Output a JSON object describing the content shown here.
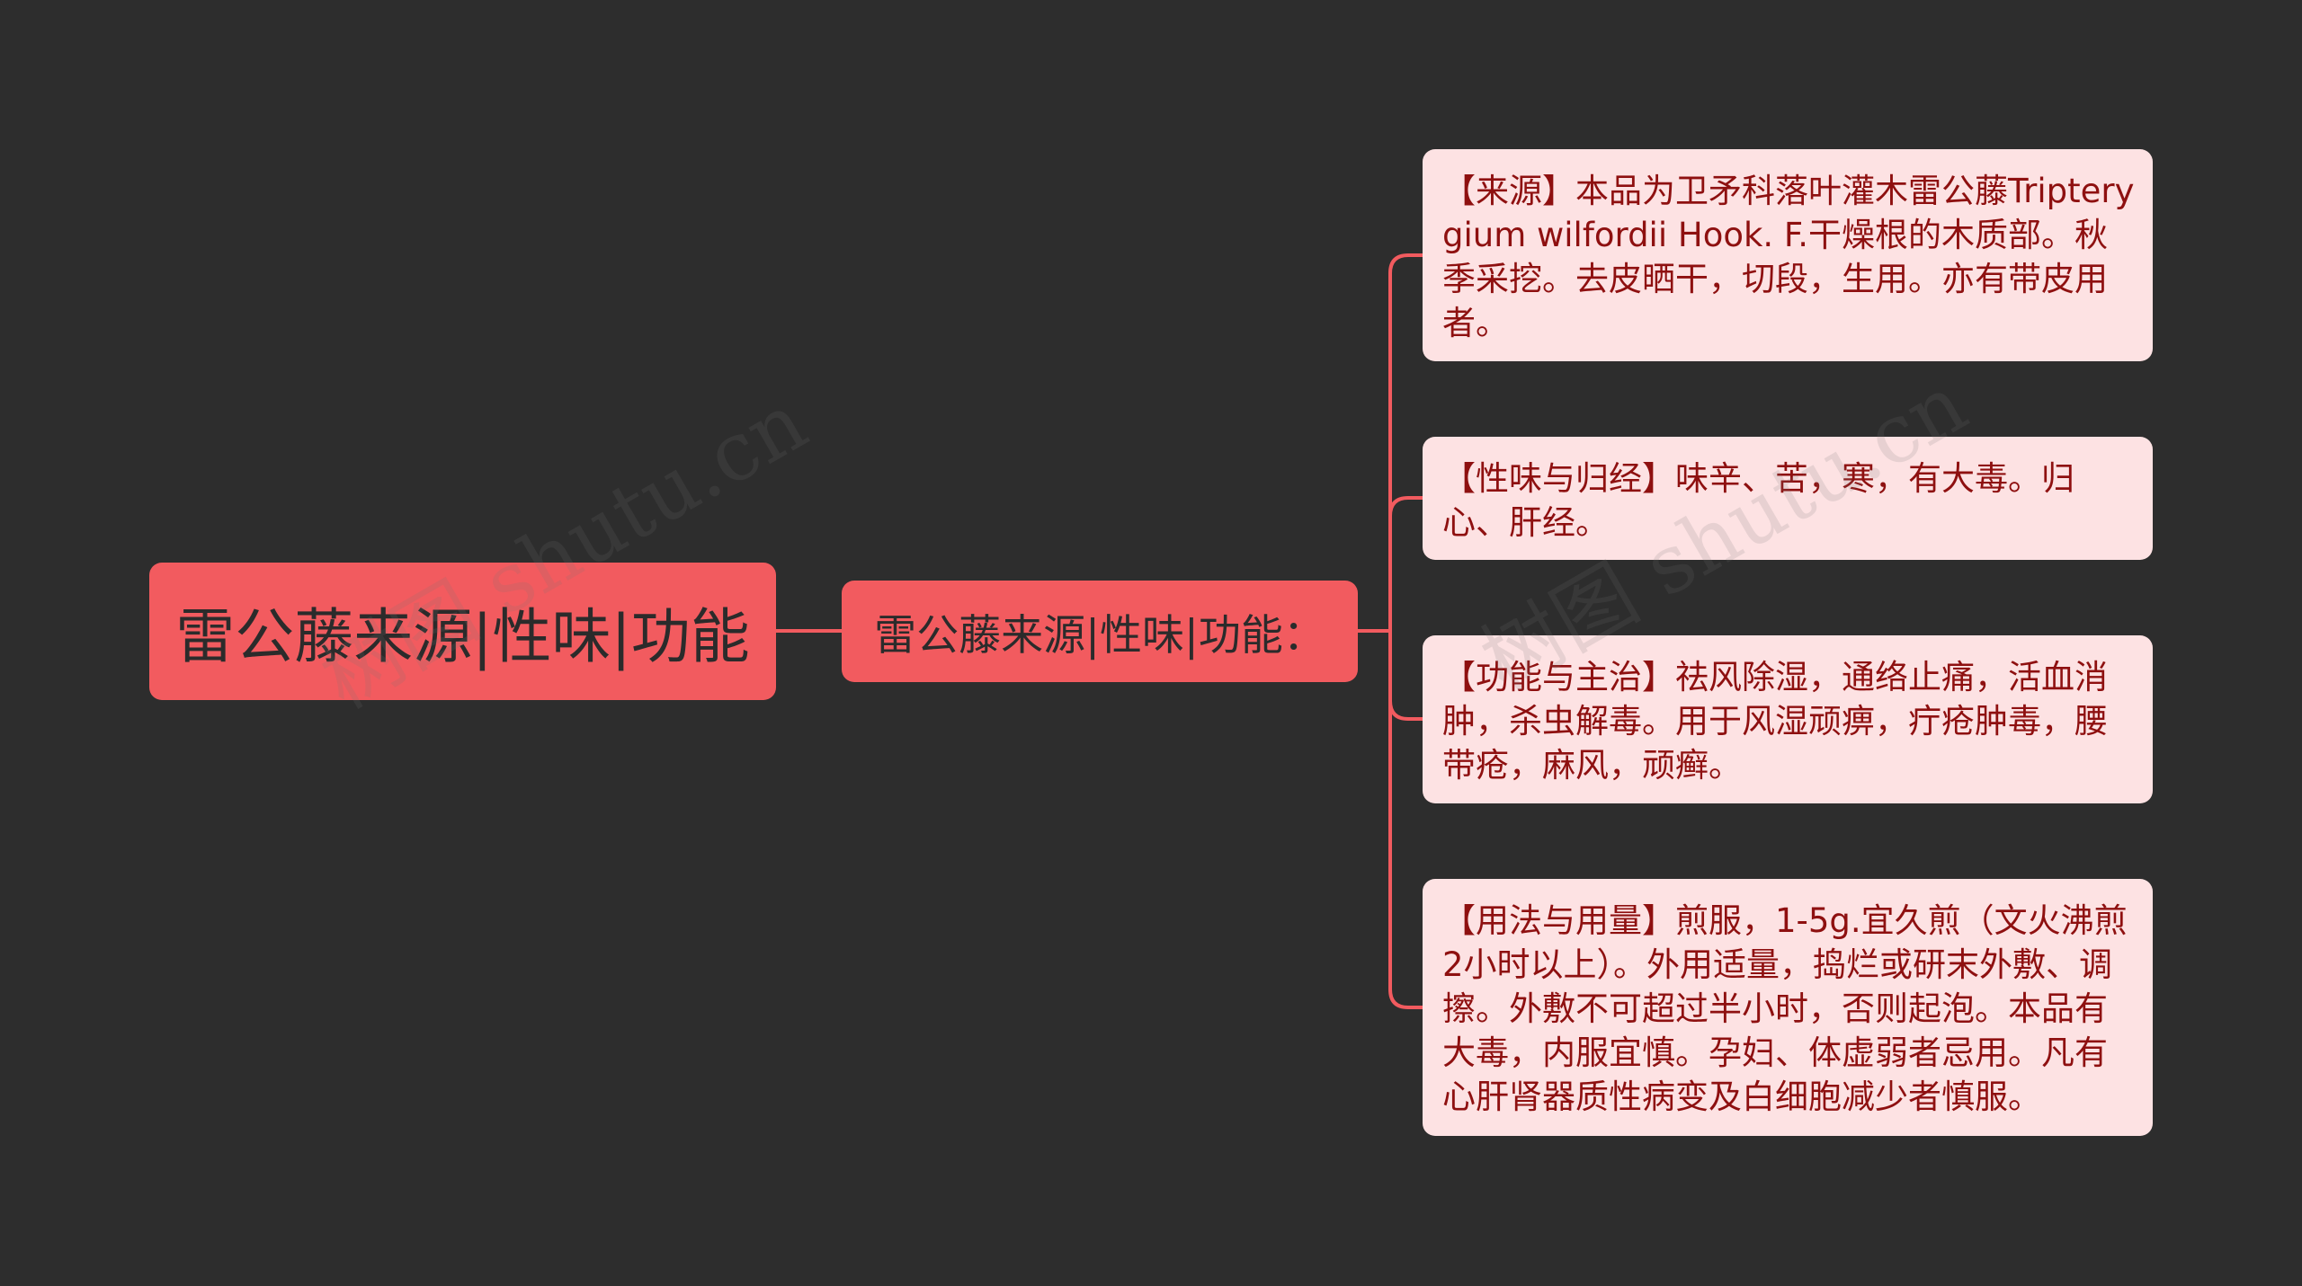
{
  "mindmap": {
    "root": {
      "label": "雷公藤来源|性味|功能"
    },
    "branch": {
      "label": "雷公藤来源|性味|功能："
    },
    "leaves": [
      {
        "text": "【来源】本品为卫矛科落叶灌木雷公藤Tripterygium wilfordii Hook. F.干燥根的木质部。秋季采挖。去皮晒干，切段，生用。亦有带皮用者。"
      },
      {
        "text": "【性味与归经】味辛、苦，寒，有大毒。归心、肝经。"
      },
      {
        "text": "【功能与主治】祛风除湿，通络止痛，活血消肿，杀虫解毒。用于风湿顽痹，疔疮肿毒，腰带疮，麻风，顽癣。"
      },
      {
        "text": "【用法与用量】煎服，1-5g.宜久煎（文火沸煎2小时以上）。外用适量，捣烂或研末外敷、调擦。外敷不可超过半小时，否则起泡。本品有大毒，内服宜慎。孕妇、体虚弱者忌用。凡有心肝肾器质性病变及白细胞减少者慎服。"
      }
    ]
  },
  "watermark": {
    "text": "树图 shutu.cn"
  },
  "colors": {
    "background": "#2d2d2d",
    "node_fill": "#f25b5f",
    "leaf_fill": "#fde2e3",
    "leaf_text": "#8e1010",
    "connector": "#f25b5f"
  }
}
